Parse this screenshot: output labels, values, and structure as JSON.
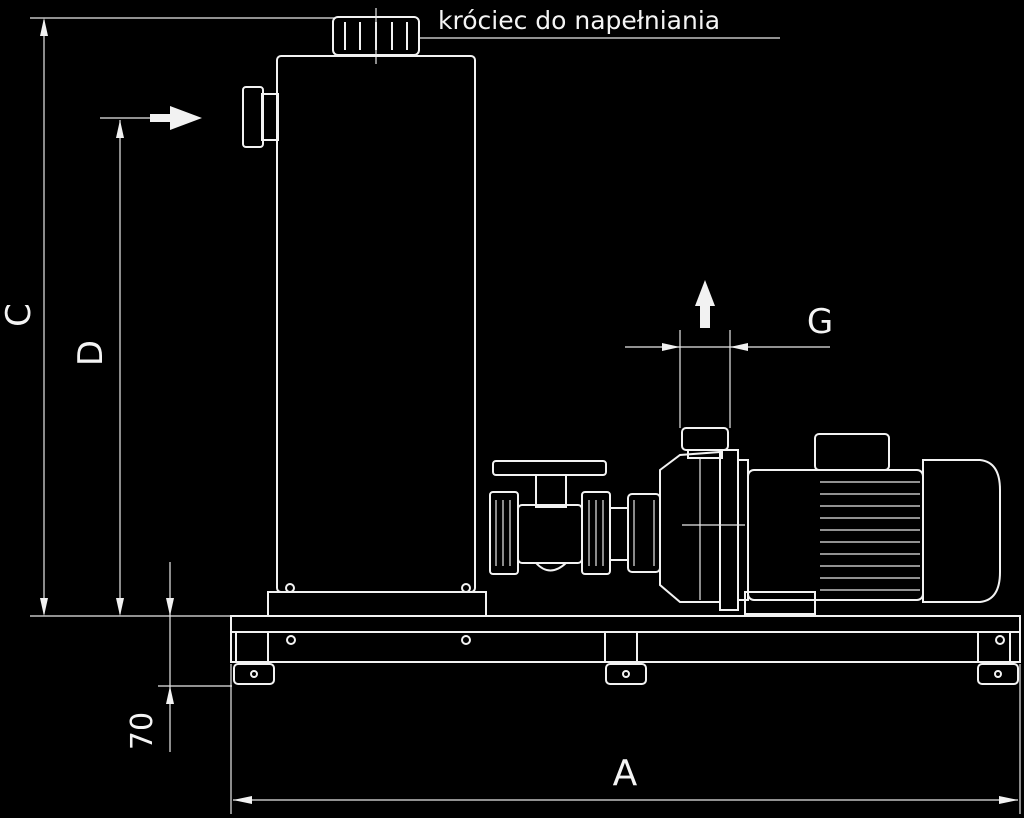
{
  "labels": {
    "filling_port": "króciec do napełniania",
    "dim_a": "A",
    "dim_c": "C",
    "dim_d": "D",
    "dim_g": "G",
    "dim_base": "70"
  }
}
